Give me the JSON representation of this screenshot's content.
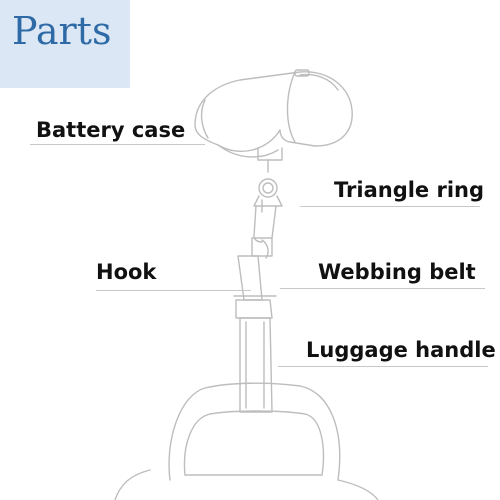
{
  "title": "Parts",
  "labels": {
    "battery_case": "Battery case",
    "triangle_ring": "Triangle ring",
    "hook": "Hook",
    "webbing_belt": "Webbing belt",
    "luggage_handle": "Luggage handle"
  },
  "colors": {
    "header_band": "#dbe7f5",
    "title": "#2e6aa6",
    "line_art": "#bdbdbd"
  }
}
